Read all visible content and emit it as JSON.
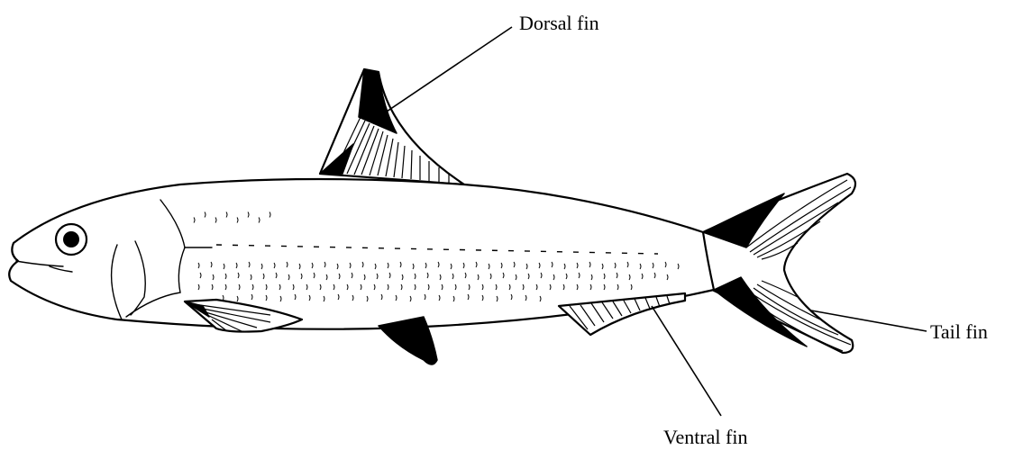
{
  "labels": {
    "dorsal_fin": "Dorsal fin",
    "tail_fin": "Tail fin",
    "ventral_fin": "Ventral fin"
  },
  "colors": {
    "line": "#000000",
    "background": "#ffffff"
  }
}
